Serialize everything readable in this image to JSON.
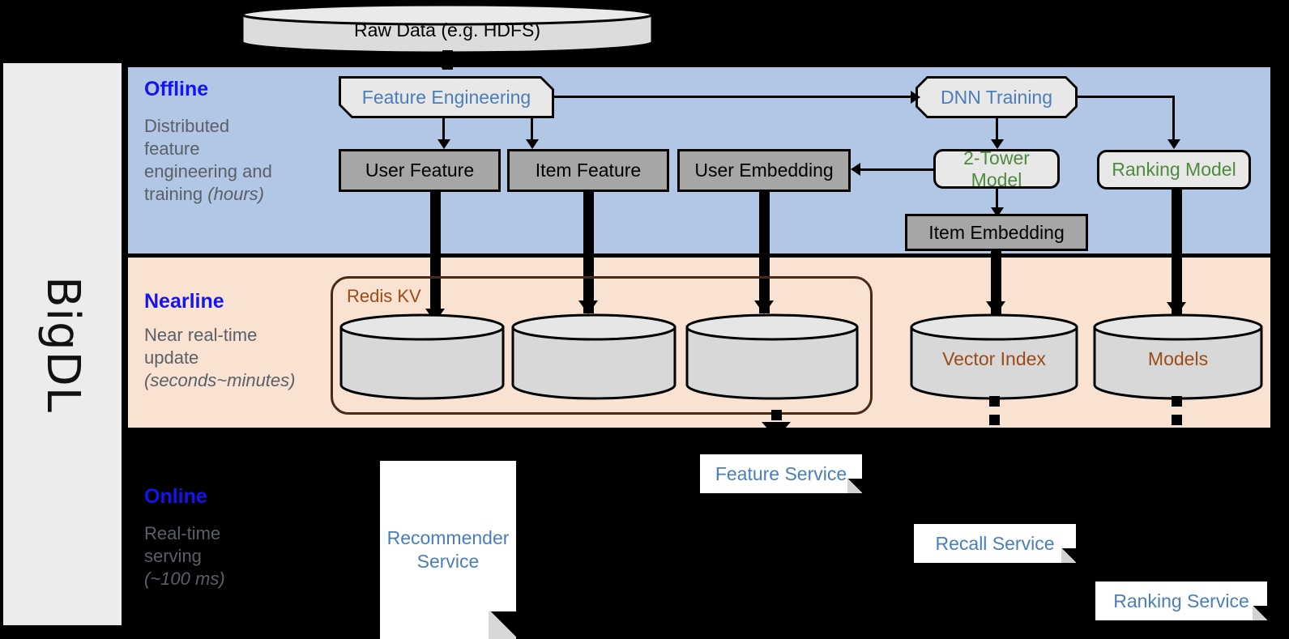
{
  "platform": {
    "name": "BigDL"
  },
  "source": {
    "label": "Raw Data (e.g. HDFS)"
  },
  "bands": [
    {
      "id": "offline",
      "title": "Offline",
      "description_line1": "Distributed",
      "description_line2": "feature",
      "description_line3": "engineering and",
      "description_line4": "training",
      "description_emphasis": "(hours)",
      "background_color": "#b2c6e6",
      "title_color": "#1414ee"
    },
    {
      "id": "nearline",
      "title": "Nearline",
      "description_line1": "Near real-time",
      "description_line2": "update",
      "description_emphasis": "(seconds~minutes)",
      "background_color": "#fae2d2",
      "title_color": "#1414ee"
    },
    {
      "id": "online",
      "title": "Online",
      "description_line1": "Real-time",
      "description_line2": "serving",
      "description_emphasis": "(~100 ms)",
      "background_color": "#000000",
      "title_color": "#1414ee"
    }
  ],
  "offline": {
    "feature_engineering": "Feature Engineering",
    "dnn_training": "DNN Training",
    "user_feature": "User Feature",
    "item_feature": "Item Feature",
    "user_embedding": "User Embedding",
    "two_tower_model": "2-Tower Model",
    "ranking_model": "Ranking Model",
    "item_embedding": "Item Embedding"
  },
  "nearline": {
    "redis_kv": "Redis KV",
    "store_1": "",
    "store_2": "",
    "store_3": "",
    "vector_index": "Vector Index",
    "models": "Models"
  },
  "online": {
    "recommender_service": "Recommender\nService",
    "recommender_service_line1": "Recommender",
    "recommender_service_line2": "Service",
    "feature_service": "Feature Service",
    "recall_service": "Recall Service",
    "ranking_service": "Ranking Service"
  },
  "colors": {
    "blue_text": "#4a7ebb",
    "green_text": "#4e8a3e",
    "brown_text": "#9c4a16",
    "band_title_blue": "#1414ee",
    "gray_box": "#a6a6a6",
    "offline_band": "#b2c6e6",
    "nearline_band": "#fae2d2",
    "cylinder_fill": "#d8d8d8"
  }
}
